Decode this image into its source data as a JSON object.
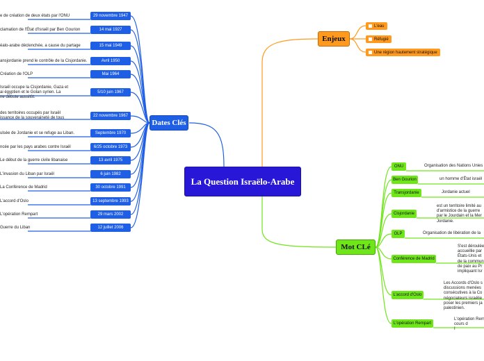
{
  "central": "La Question Israëlo-Arabe",
  "branches": {
    "dates": "Dates Clés",
    "enjeux": "Enjeux",
    "mot": "Mot CLé"
  },
  "colors": {
    "central": "#2817d6",
    "dates": "#1f5fe6",
    "enjeux": "#ff9a1f",
    "mot": "#6fe61a"
  },
  "dates": [
    {
      "date": "29 novembre 1947",
      "event": "e de création de deux états par l'ONU"
    },
    {
      "date": "14 mai 1927",
      "event": "clamation de l'État d'Israël par Ben Gourion"
    },
    {
      "date": "15 mai 1949",
      "event": "éalo-arabe déclenchée, a cause du partage"
    },
    {
      "date": "Avril 1950",
      "event": "ansjordanie prend le contrôle de la Cisjordanie."
    },
    {
      "date": "Mai 1964",
      "event": "Création de l'OLP"
    },
    {
      "date": "5/10 juin 1967",
      "event": "Israël occupe la Cisjordanie, Gaza et\nai égyptien et le Golan syrien. La\nne débute aussitôt."
    },
    {
      "date": "22 novembre 1967",
      "event": "des territoires occupés par Israël\nissance de la souveraineté de tous"
    },
    {
      "date": "Septembre 1970",
      "event": "ulsée de Jordanie et se refuge au Liban."
    },
    {
      "date": "6/25 octobre 1973",
      "event": "ncée par les pays arabes contre Israël"
    },
    {
      "date": "13 avril 1975",
      "event": "Le début de la guerre civile libanaise"
    },
    {
      "date": "6 juin 1982",
      "event": "L'invasion du Liban par Israël"
    },
    {
      "date": "30 octobre 1991",
      "event": "La Conférence de Madrid"
    },
    {
      "date": "13 septembre 1993",
      "event": "L'accord d'Oslo"
    },
    {
      "date": "29 mars 2002",
      "event": "L'opération Rempart"
    },
    {
      "date": "12 juillet 2006",
      "event": "Guerre du Liban"
    }
  ],
  "enjeux": [
    "L'eau",
    "Réfugié",
    "Une région hautement stratégique"
  ],
  "mots": [
    {
      "term": "ONU",
      "def": "Organisation des Nations Unies"
    },
    {
      "term": "Ben Gourion",
      "def": "un homme d'État israél"
    },
    {
      "term": "Transjordanie",
      "def": "Jordanie actuel"
    },
    {
      "term": "Cisjordanie",
      "def": "est un territoire limité au\nd'armistice de la guerre\npar le Jourdain et la Mer\nJordanie."
    },
    {
      "term": "OLP",
      "def": "Organisation de libération de la"
    },
    {
      "term": "Conférence de Madrid",
      "def": "S'est déroulée\naccueillie par\nÉtats-Unis et\nde la commun\nde paix au Pr\nimpliquant Isr"
    },
    {
      "term": "L'accord d'Oslo",
      "def": "Les Accords d'Oslo s\ndiscussions menées\nconsécutives à la Co\nnégociateurs israélie\nposer les premiers ja\npalestinien."
    },
    {
      "term": "L'opération Rempart",
      "def": "L'opération Rem\ncours d\nI"
    }
  ]
}
